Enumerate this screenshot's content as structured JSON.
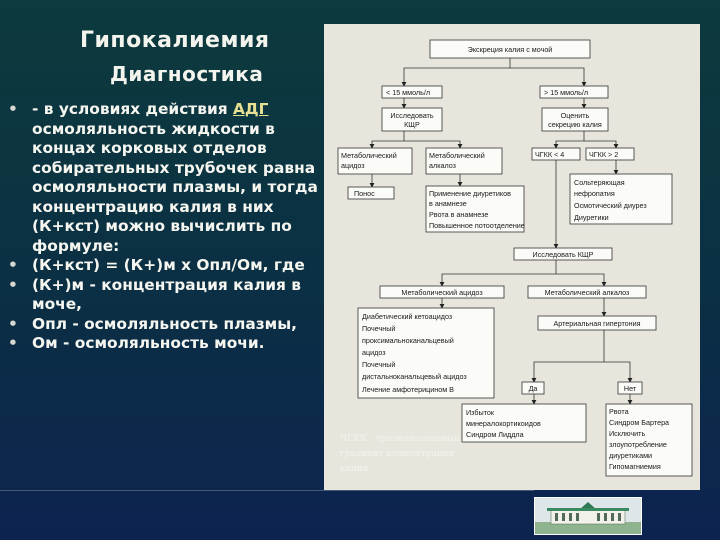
{
  "slide": {
    "title": "Гипокалиемия",
    "subtitle": "Диагностика",
    "bullets": [
      {
        "pre": "- в условиях действия ",
        "link": "АДГ",
        "post": " осмоляльность жидкости в концах корковых отделов собирательных трубочек равна осмоляльности плазмы, и тогда концентрацию калия в них (К+кст) можно вычислить по формуле:"
      },
      {
        "text": "(К+кст) = (К+)м x Опл/Ом, где"
      },
      {
        "text": "(К+)м - концентрация калия в моче,"
      },
      {
        "text": "Опл - осмоляльность плазмы,"
      },
      {
        "text": "Ом - осмоляльность мочи."
      }
    ],
    "note": "ЧГКК - чрезканальцевый градиент концентрации калия."
  },
  "flowchart": {
    "root": "Экскреция калия с мочой",
    "lt15": "< 15 ммоль/л",
    "gt15": "> 15 ммоль/л",
    "kshr1": [
      "Исследовать",
      "КЩР"
    ],
    "secretion": [
      "Оценить",
      "секрецию калия"
    ],
    "met_acidosis": [
      "Метаболический",
      "ацидоз"
    ],
    "met_alkalosis": [
      "Метаболический",
      "алкалоз"
    ],
    "chgkk_lt4": "ЧГКК < 4",
    "chgkk_gt2": "ЧГКК > 2",
    "ponos": "Понос",
    "diuretics": [
      "Применение диуретиков",
      "в анамнезе",
      "Рвота в анамнезе",
      "Повышенное потоотделение"
    ],
    "salt_losing": [
      "Сольтеряющая",
      "нефропатия",
      "Осмотический диурез",
      "Диуретики"
    ],
    "kshr2": "Исследовать КЩР",
    "met_acidosis2": "Метаболический ацидоз",
    "met_alkalosis2": "Метаболический алкалоз",
    "acidosis_causes": [
      "Диабетический кетоацидоз",
      "Почечный",
      "проксимальноканальцевый",
      "ацидоз",
      "Почечный",
      "дистальноканальцевый ацидоз",
      "Лечение амфотерицином В"
    ],
    "hypertension": "Артериальная гипертония",
    "yes": "Да",
    "no": "Нет",
    "mineralo": [
      "Избыток",
      "минералокортикоидов",
      "Синдром Лиддла"
    ],
    "bartter": [
      "Рвота",
      "Синдром Бартера",
      "Исключить",
      "злоупотребление",
      "диуретиками",
      "Гипомагниемия"
    ]
  }
}
